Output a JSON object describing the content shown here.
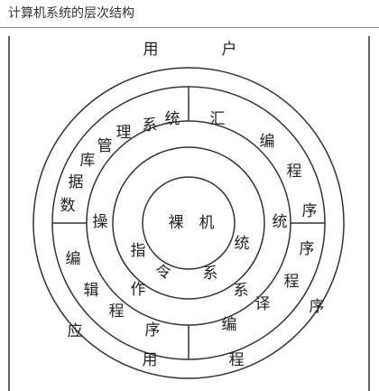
{
  "header": {
    "title": "计算机系统的层次结构"
  },
  "rings": {
    "outer": {
      "top": [
        "用",
        "户"
      ],
      "bottom": [
        "用",
        "程"
      ]
    },
    "application": {
      "left": [
        "应"
      ],
      "right": [
        "序"
      ]
    },
    "dbms": [
      "系",
      "统",
      "理",
      "管",
      "库",
      "据",
      "数"
    ],
    "editor_left": [
      "编",
      "辑",
      "程",
      "序"
    ],
    "assembler": [
      "汇",
      "编",
      "程",
      "序"
    ],
    "compiler": [
      "序",
      "程",
      "译",
      "编"
    ],
    "os": [
      "操",
      "作",
      "系",
      "统"
    ],
    "isa": [
      "指",
      "令",
      "系",
      "统"
    ],
    "core": [
      "裸",
      "机"
    ]
  },
  "colors": {
    "line": "#333333",
    "text": "#222222"
  }
}
